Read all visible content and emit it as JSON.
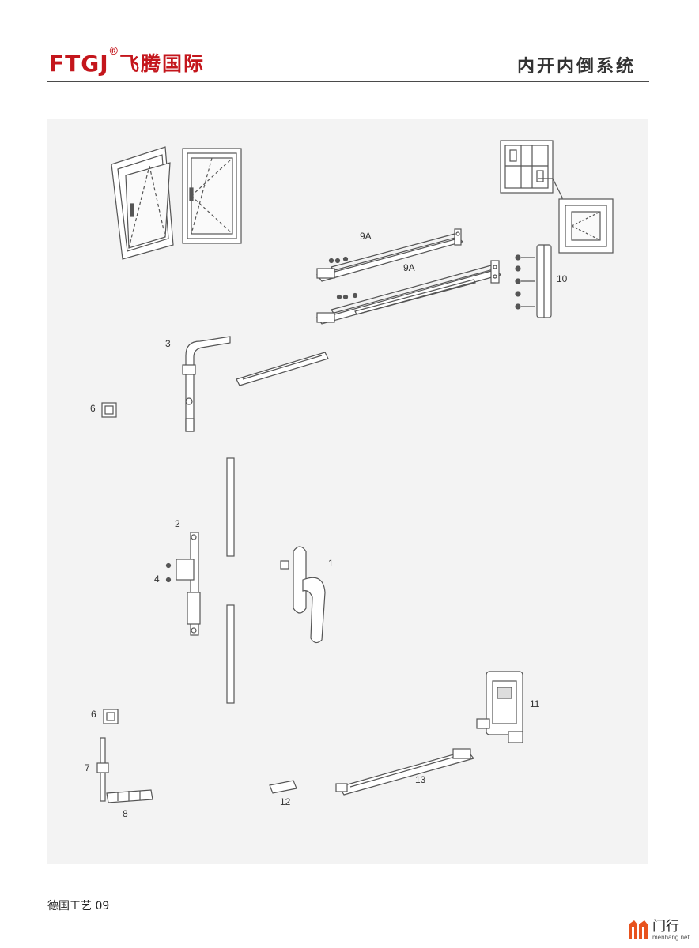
{
  "header": {
    "logo_latin": "FTGJ",
    "logo_registered": "®",
    "logo_chinese": "飞腾国际",
    "series_title": "内开内倒系统"
  },
  "labels": {
    "part_1": "1",
    "part_2": "2",
    "part_3": "3",
    "part_4": "4",
    "part_6_top": "6",
    "part_6_bottom": "6",
    "part_7": "7",
    "part_8": "8",
    "part_9a_top": "9A",
    "part_9a_bottom": "9A",
    "part_10": "10",
    "part_11": "11",
    "part_12": "12",
    "part_13": "13"
  },
  "footer": {
    "page_caption": "德国工艺 09"
  },
  "watermark": {
    "name_cn": "门行",
    "domain": "menhang.net"
  },
  "colors": {
    "brand_red": "#c4161c",
    "panel_bg": "#f3f3f3",
    "line": "#555555",
    "watermark_orange": "#e8531e"
  }
}
